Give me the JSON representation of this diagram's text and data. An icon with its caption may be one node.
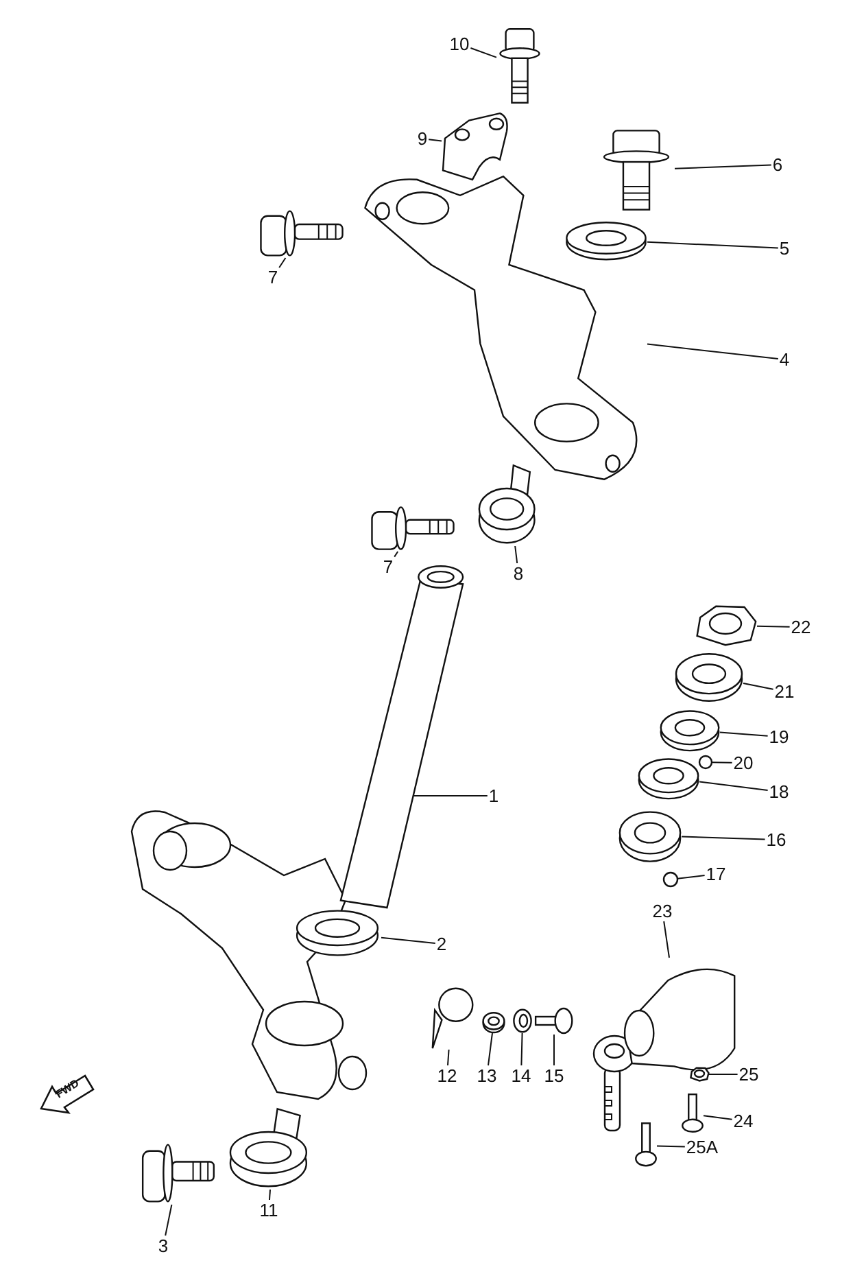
{
  "diagram": {
    "nodes": [
      {
        "text": [
          "10"
        ]
      },
      {
        "text": [],
        "shape": "picture"
      },
      {
        "text": [
          "9"
        ]
      },
      {
        "text": [],
        "shape": "picture"
      },
      {
        "text": [
          "6"
        ]
      },
      {
        "text": [],
        "shape": "picture"
      },
      {
        "text": [
          "7"
        ]
      },
      {
        "text": [],
        "shape": "picture"
      },
      {
        "text": [
          "5"
        ]
      },
      {
        "text": [],
        "shape": "picture"
      },
      {
        "text": [
          "4"
        ]
      },
      {
        "text": [],
        "shape": "picture"
      },
      {
        "text": [
          "7"
        ]
      },
      {
        "text": [],
        "shape": "picture"
      },
      {
        "text": [
          "8"
        ]
      },
      {
        "text": [],
        "shape": "picture"
      },
      {
        "text": [
          "22"
        ]
      },
      {
        "text": [],
        "shape": "picture"
      },
      {
        "text": [
          "21"
        ]
      },
      {
        "text": [],
        "shape": "picture"
      },
      {
        "text": [
          "19"
        ]
      },
      {
        "text": [],
        "shape": "picture"
      },
      {
        "text": [
          "20"
        ]
      },
      {
        "text": [],
        "shape": "circle"
      },
      {
        "text": [
          "18"
        ]
      },
      {
        "text": [],
        "shape": "picture"
      },
      {
        "text": [
          "1"
        ]
      },
      {
        "text": [],
        "shape": "picture"
      },
      {
        "text": [
          "16"
        ]
      },
      {
        "text": [],
        "shape": "picture"
      },
      {
        "text": [
          "17"
        ]
      },
      {
        "text": [],
        "shape": "circle"
      },
      {
        "text": [
          "23"
        ]
      },
      {
        "text": [],
        "shape": "picture"
      },
      {
        "text": [
          "2"
        ]
      },
      {
        "text": [],
        "shape": "picture"
      },
      {
        "text": [
          "12"
        ]
      },
      {
        "text": [],
        "shape": "picture"
      },
      {
        "text": [
          "13"
        ]
      },
      {
        "text": [],
        "shape": "picture"
      },
      {
        "text": [
          "14"
        ]
      },
      {
        "text": [],
        "shape": "picture"
      },
      {
        "text": [
          "15"
        ]
      },
      {
        "text": [],
        "shape": "picture"
      },
      {
        "text": [
          "25"
        ]
      },
      {
        "text": [],
        "shape": "picture"
      },
      {
        "text": [
          "24"
        ]
      },
      {
        "text": [],
        "shape": "picture"
      },
      {
        "text": [
          "25A"
        ]
      },
      {
        "text": [],
        "shape": "picture"
      },
      {
        "text": [
          "11"
        ]
      },
      {
        "text": [],
        "shape": "picture"
      },
      {
        "text": [
          "3"
        ]
      },
      {
        "text": [],
        "shape": "picture"
      }
    ],
    "edges": [
      {
        "from": 0,
        "to": 1,
        "arrow": "none"
      },
      {
        "from": 2,
        "to": 3,
        "arrow": "none"
      },
      {
        "from": 4,
        "to": 5,
        "arrow": "none"
      },
      {
        "from": 6,
        "to": 7,
        "arrow": "none"
      },
      {
        "from": 8,
        "to": 9,
        "arrow": "none"
      },
      {
        "from": 10,
        "to": 11,
        "arrow": "none"
      },
      {
        "from": 12,
        "to": 13,
        "arrow": "none"
      },
      {
        "from": 14,
        "to": 15,
        "arrow": "none"
      },
      {
        "from": 16,
        "to": 17,
        "arrow": "none"
      },
      {
        "from": 18,
        "to": 19,
        "arrow": "none"
      },
      {
        "from": 20,
        "to": 21,
        "arrow": "none"
      },
      {
        "from": 22,
        "to": 23,
        "arrow": "none"
      },
      {
        "from": 24,
        "to": 25,
        "arrow": "none"
      },
      {
        "from": 26,
        "to": 27,
        "arrow": "none"
      },
      {
        "from": 28,
        "to": 29,
        "arrow": "none"
      },
      {
        "from": 30,
        "to": 31,
        "arrow": "none"
      },
      {
        "from": 32,
        "to": 33,
        "arrow": "none"
      },
      {
        "from": 34,
        "to": 35,
        "arrow": "none"
      },
      {
        "from": 36,
        "to": 37,
        "arrow": "none"
      },
      {
        "from": 38,
        "to": 39,
        "arrow": "none"
      },
      {
        "from": 40,
        "to": 41,
        "arrow": "none"
      },
      {
        "from": 42,
        "to": 43,
        "arrow": "none"
      },
      {
        "from": 44,
        "to": 45,
        "arrow": "none"
      },
      {
        "from": 46,
        "to": 47,
        "arrow": "none"
      },
      {
        "from": 48,
        "to": 49,
        "arrow": "none"
      },
      {
        "from": 50,
        "to": 51,
        "arrow": "none"
      },
      {
        "from": 52,
        "to": 53,
        "arrow": "none"
      }
    ],
    "labels": [
      "FWD"
    ]
  }
}
